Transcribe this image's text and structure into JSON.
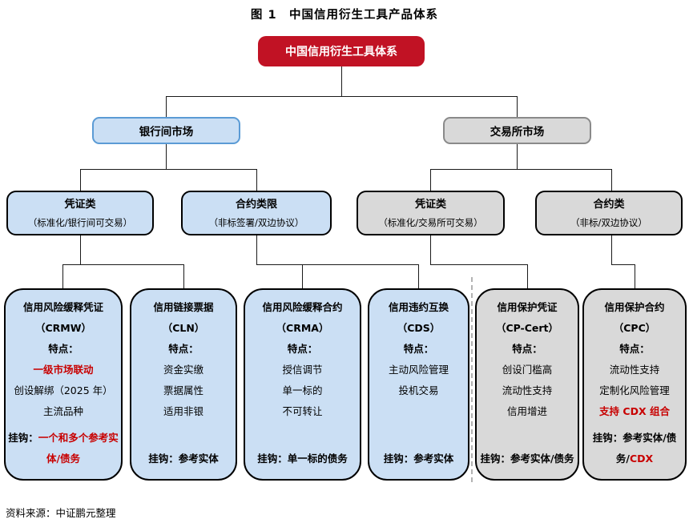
{
  "title": "图 1　中国信用衍生工具产品体系",
  "root": {
    "label": "中国信用衍生工具体系"
  },
  "markets": [
    {
      "label": "银行间市场",
      "variant": "blue"
    },
    {
      "label": "交易所市场",
      "variant": "gray"
    }
  ],
  "categories": [
    {
      "label": "凭证类",
      "sub": "（标准化/银行间可交易）",
      "variant": "blue"
    },
    {
      "label": "合约类限",
      "sub": "（非标签署/双边协议）",
      "variant": "blue"
    },
    {
      "label": "凭证类",
      "sub": "（标准化/交易所可交易）",
      "variant": "gray"
    },
    {
      "label": "合约类",
      "sub": "（非标/双边协议）",
      "variant": "gray"
    }
  ],
  "products": [
    {
      "name": "信用风险缓释凭证",
      "code": "（CRMW）",
      "features_label": "特点：",
      "features": [
        {
          "text": "一级市场联动",
          "red": true,
          "bold": true
        },
        {
          "text": "创设解绑（2025 年）"
        },
        {
          "text": "主流品种"
        }
      ],
      "link_label": "挂钩：",
      "link_segments": [
        {
          "text": "一个和多个参考实体/债务",
          "red": true
        }
      ]
    },
    {
      "name": "信用链接票据",
      "code": "（CLN）",
      "features_label": "特点：",
      "features": [
        {
          "text": "资金实缴"
        },
        {
          "text": "票据属性"
        },
        {
          "text": "适用非银"
        }
      ],
      "link_label": "挂钩：",
      "link_segments": [
        {
          "text": "参考实体",
          "red": false
        }
      ]
    },
    {
      "name": "信用风险缓释合约",
      "code": "（CRMA）",
      "features_label": "特点：",
      "features": [
        {
          "text": "授信调节"
        },
        {
          "text": "单一标的"
        },
        {
          "text": "不可转让"
        }
      ],
      "link_label": "挂钩：",
      "link_segments": [
        {
          "text": "单一标的债务",
          "red": false
        }
      ]
    },
    {
      "name": "信用违约互换",
      "code": "（CDS）",
      "features_label": "特点：",
      "features": [
        {
          "text": "主动风险管理"
        },
        {
          "text": "投机交易"
        }
      ],
      "link_label": "挂钩：",
      "link_segments": [
        {
          "text": "参考实体",
          "red": false
        }
      ]
    },
    {
      "name": "信用保护凭证",
      "code": "（CP-Cert）",
      "features_label": "特点：",
      "features": [
        {
          "text": "创设门槛高"
        },
        {
          "text": "流动性支持"
        },
        {
          "text": "信用增进"
        }
      ],
      "link_label": "挂钩：",
      "link_segments": [
        {
          "text": "参考实体/债务",
          "red": false
        }
      ]
    },
    {
      "name": "信用保护合约",
      "code": "（CPC）",
      "features_label": "特点：",
      "features": [
        {
          "text": "流动性支持"
        },
        {
          "text": "定制化风险管理"
        },
        {
          "text": "支持 CDX 组合",
          "red": true,
          "bold": true
        }
      ],
      "link_label": "挂钩：",
      "link_segments": [
        {
          "text": "参考实体/债务/",
          "red": false
        },
        {
          "text": "CDX",
          "red": true
        }
      ]
    }
  ],
  "source": "资料来源：中证鹏元整理",
  "colors": {
    "red_node": "#C11224",
    "blue_fill": "#CBDFF4",
    "blue_border": "#5B9BD5",
    "gray_fill": "#D9D9D9",
    "gray_border": "#8A8A8A",
    "red_text": "#C80000",
    "line": "#1A1A1A",
    "dash": "#B3B3B3"
  }
}
